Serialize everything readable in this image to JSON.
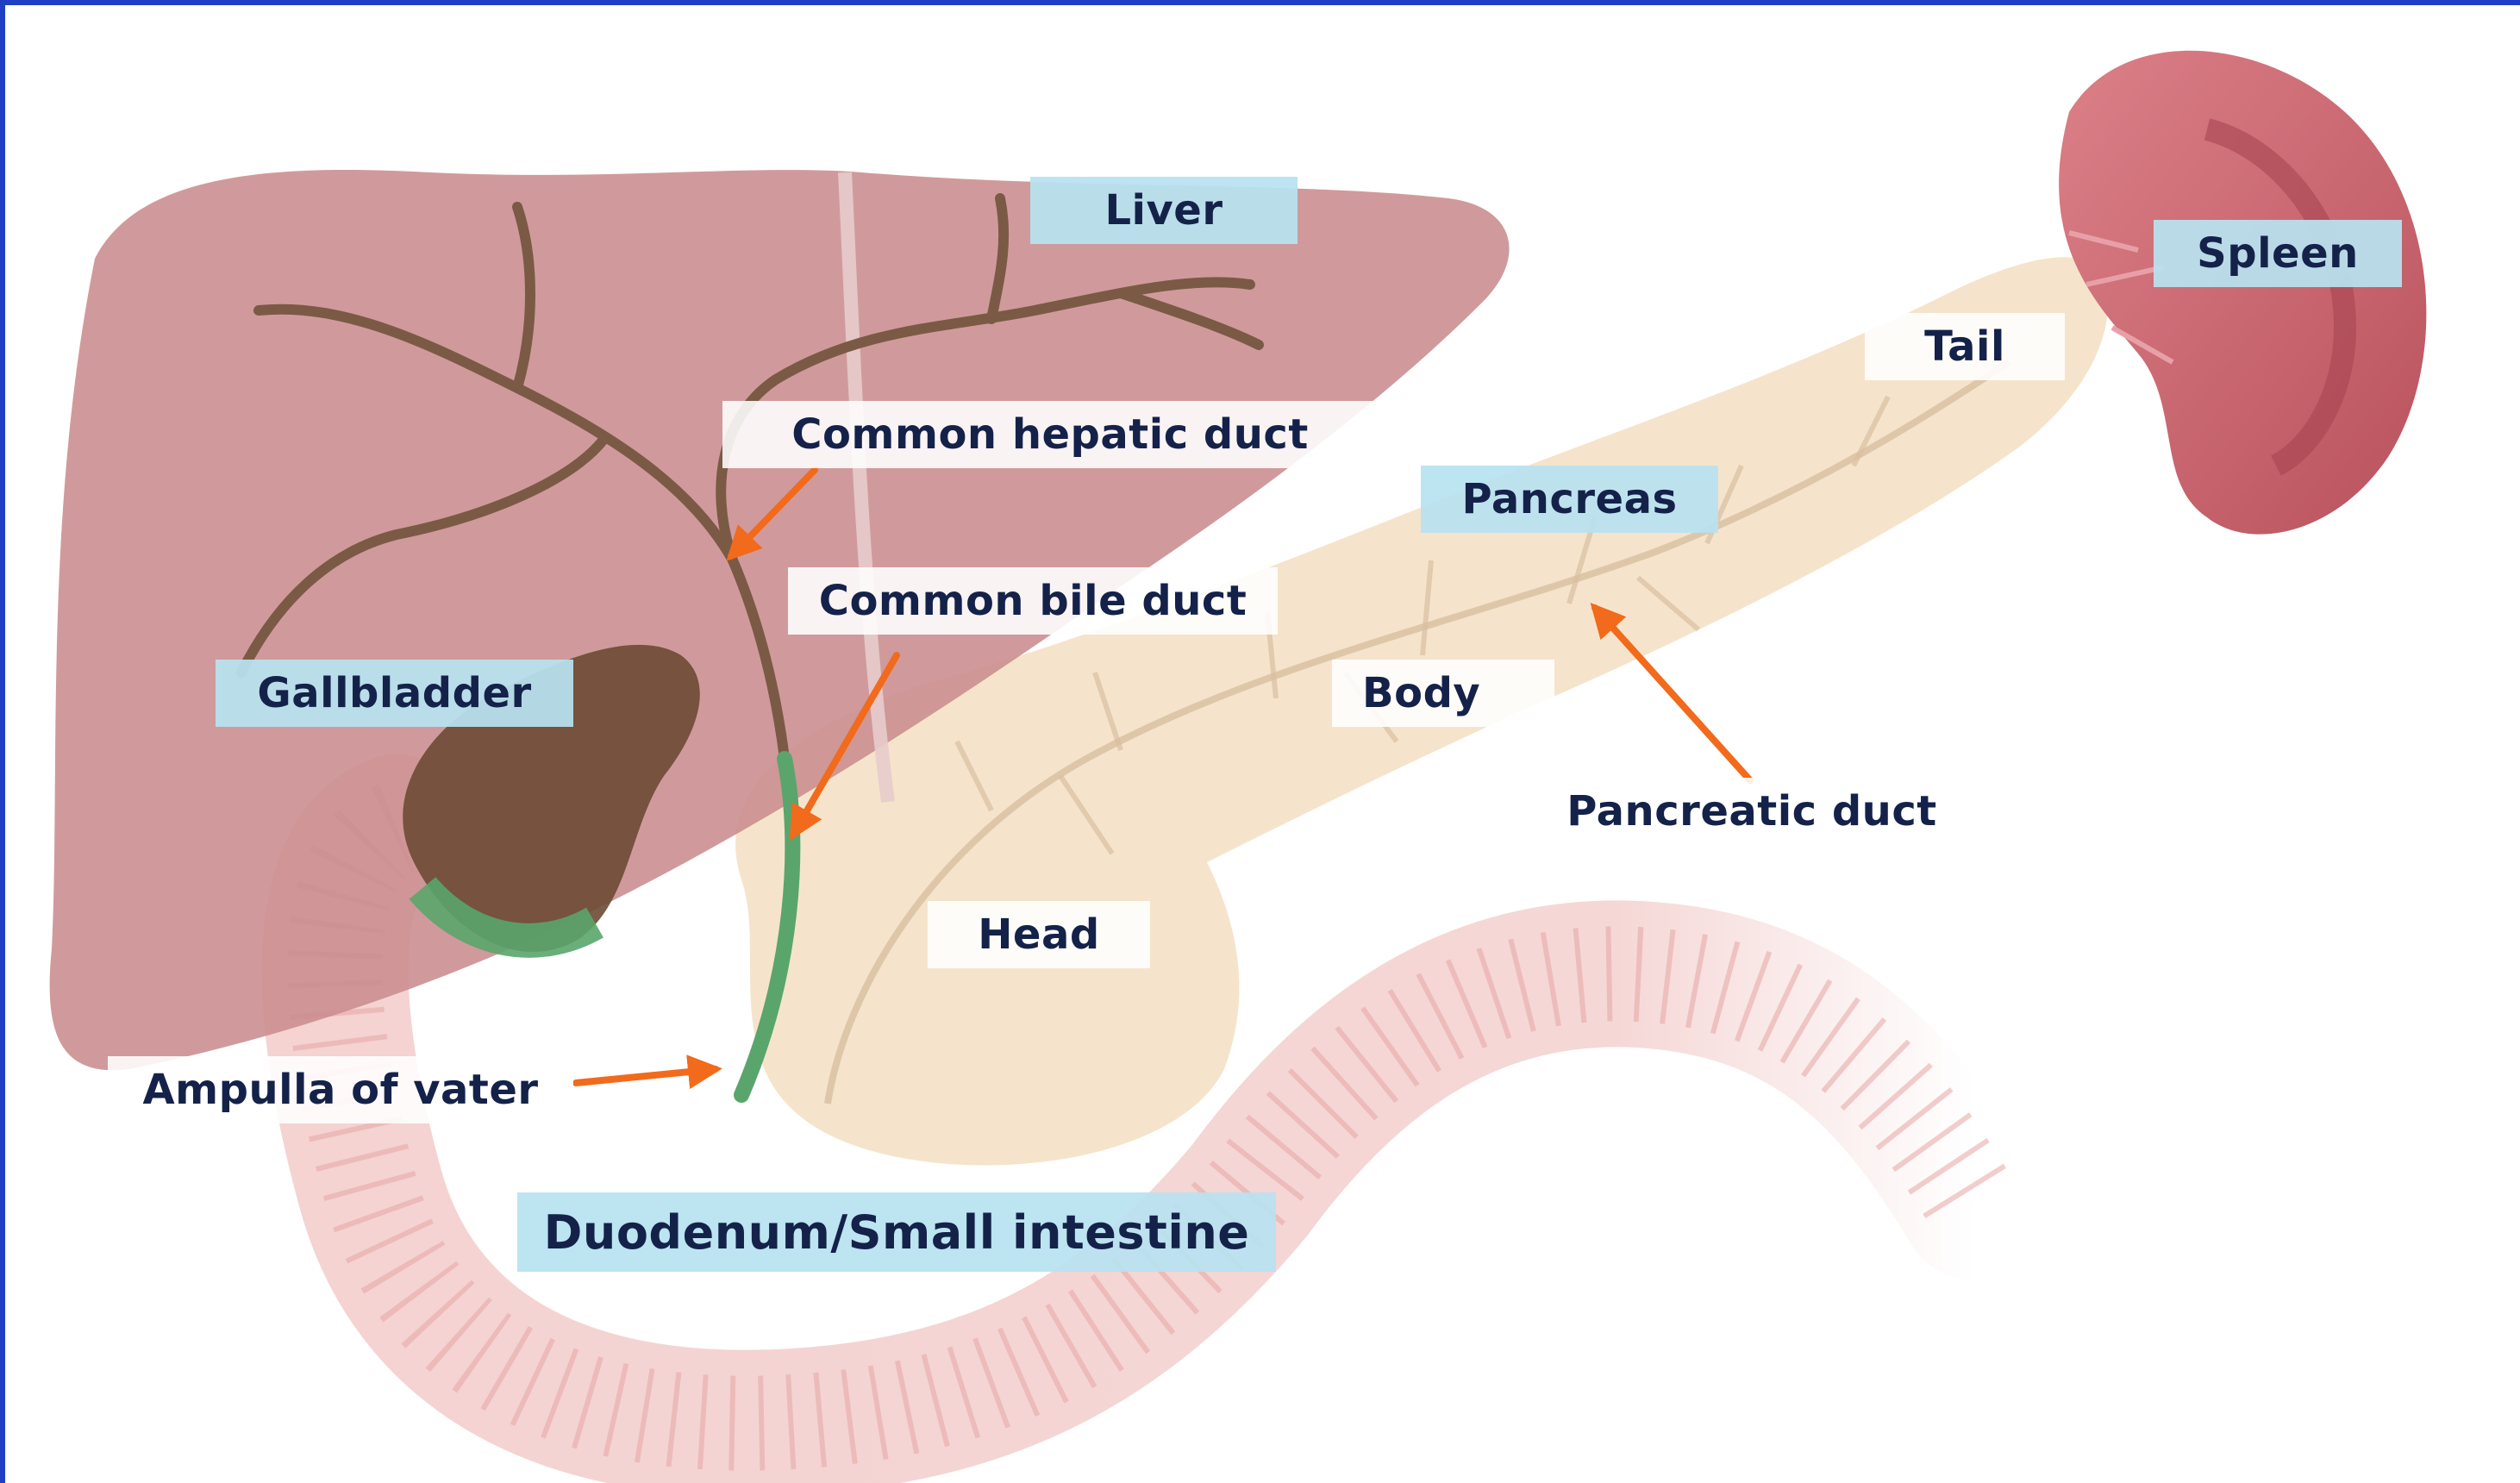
{
  "colors": {
    "frame": "#1f3fc4",
    "organ_label_bg": "#bfe6f2",
    "part_label_bg": "#ffffff",
    "label_text": "#14224a",
    "arrow": "#f26a1b",
    "liver": "#c98c8e",
    "bile_ducts": "#7b5a45",
    "gallbladder": "#6b4a35",
    "bile_duct_green": "#5aa56c",
    "pancreas": "#f3dfc2",
    "spleen": "#c8646e",
    "intestine": "#f0c4c2"
  },
  "organ_labels": {
    "liver": "Liver",
    "spleen": "Spleen",
    "pancreas": "Pancreas",
    "gallbladder": "Gallbladder",
    "duodenum": "Duodenum/Small intestine"
  },
  "part_labels": {
    "tail": "Tail",
    "body": "Body",
    "head": "Head",
    "common_hepatic_duct": "Common hepatic duct",
    "common_bile_duct": "Common bile duct",
    "pancreatic_duct": "Pancreatic duct",
    "ampulla": "Ampulla of vater"
  },
  "arrows": [
    {
      "from_label": "Common hepatic duct",
      "to": "common hepatic duct"
    },
    {
      "from_label": "Common bile duct",
      "to": "common bile duct"
    },
    {
      "from_label": "Pancreatic duct",
      "to": "pancreatic duct"
    },
    {
      "from_label": "Ampulla of vater",
      "to": "ampulla of vater"
    }
  ],
  "icons": [
    "liver-illustration",
    "gallbladder-illustration",
    "pancreas-illustration",
    "spleen-illustration",
    "duodenum-illustration",
    "arrow-icon"
  ]
}
